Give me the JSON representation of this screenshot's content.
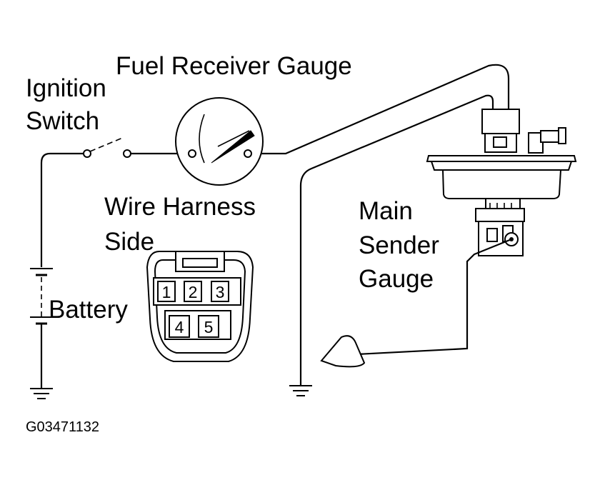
{
  "labels": {
    "fuel_receiver_gauge": "Fuel Receiver Gauge",
    "ignition_switch_line1": "Ignition",
    "ignition_switch_line2": "Switch",
    "wire_harness_line1": "Wire Harness",
    "wire_harness_line2": "Side",
    "main_sender_line1": "Main",
    "main_sender_line2": "Sender",
    "main_sender_line3": "Gauge",
    "battery": "Battery",
    "figure_code": "G03471132"
  },
  "connector": {
    "pins": [
      "1",
      "2",
      "3",
      "4",
      "5"
    ]
  }
}
